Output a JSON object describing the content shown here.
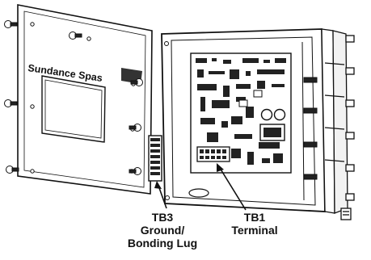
{
  "cover": {
    "brand_text": "Sundance Spas"
  },
  "callouts": {
    "tb3": {
      "line1": "TB3",
      "line2": "Ground/",
      "line3": "Bonding Lug"
    },
    "tb1": {
      "line1": "TB1",
      "line2": "Terminal"
    }
  }
}
